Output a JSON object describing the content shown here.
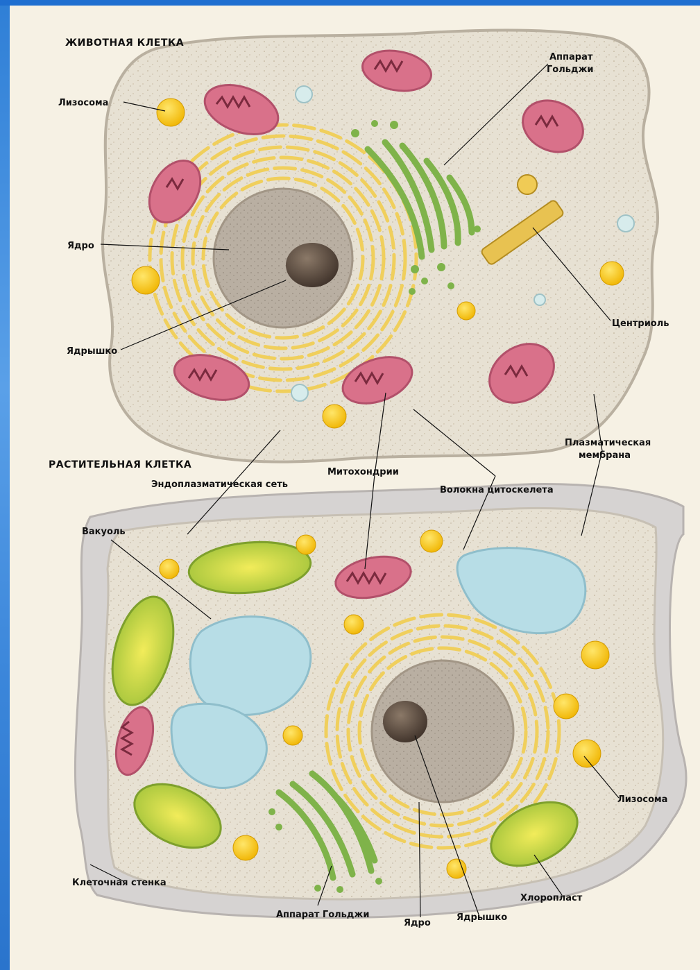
{
  "animal_cell": {
    "title": "ЖИВОТНАЯ КЛЕТКА",
    "labels": {
      "lysosome": "Лизосома",
      "nucleus": "Ядро",
      "nucleolus": "Ядрышко",
      "golgi_line1": "Аппарат",
      "golgi_line2": "Гольджи",
      "centriole": "Центриоль",
      "membrane_line1": "Плазматическая",
      "membrane_line2": "мембрана"
    }
  },
  "plant_cell": {
    "title": "РАСТИТЕЛЬНАЯ КЛЕТКА",
    "labels": {
      "er": "Эндоплазматическая сеть",
      "mitochondria": "Митохондрии",
      "cytoskeleton": "Волокна цитоскелета",
      "vacuole": "Вакуоль",
      "lysosome": "Лизосома",
      "cell_wall": "Клеточная стенка",
      "chloroplast": "Хлоропласт",
      "golgi": "Аппарат Гольджи",
      "nucleus": "Ядро",
      "nucleolus": "Ядрышко"
    }
  },
  "colors": {
    "cytoplasm": "#e9e3d6",
    "er": "#f3d977",
    "mitochondria": "#d9718a",
    "golgi": "#7fb34a",
    "nucleus": "#b8aea0",
    "nucleolus": "#5a4a3e",
    "vacuole": "#b7dde6",
    "chloroplast": "#bcd64a",
    "lysosome": "#f4c81f"
  }
}
